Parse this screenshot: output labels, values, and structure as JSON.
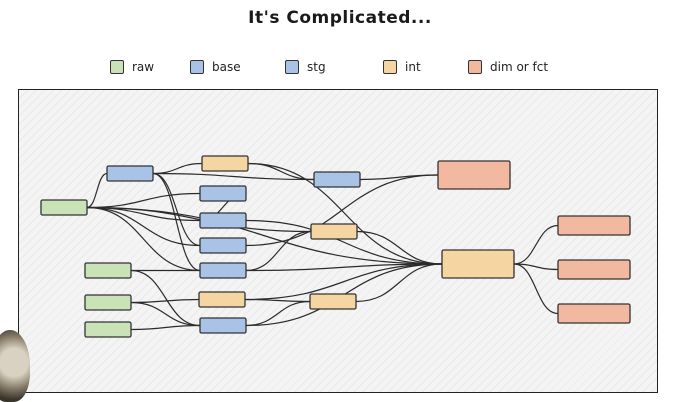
{
  "title": "It's Complicated...",
  "legend": [
    {
      "label": "raw",
      "color": "#c9e2b8"
    },
    {
      "label": "base",
      "color": "#a9c3e6"
    },
    {
      "label": "stg",
      "color": "#a9c3e6"
    },
    {
      "label": "int",
      "color": "#f5d6a3"
    },
    {
      "label": "dim or fct",
      "color": "#f2b9a0"
    }
  ],
  "node_colors": {
    "raw": "#c9e2b8",
    "base": "#a9c3e6",
    "stg": "#a9c3e6",
    "int": "#f5d6a3",
    "dim_fct": "#f2b9a0",
    "stroke": "#333333"
  }
}
